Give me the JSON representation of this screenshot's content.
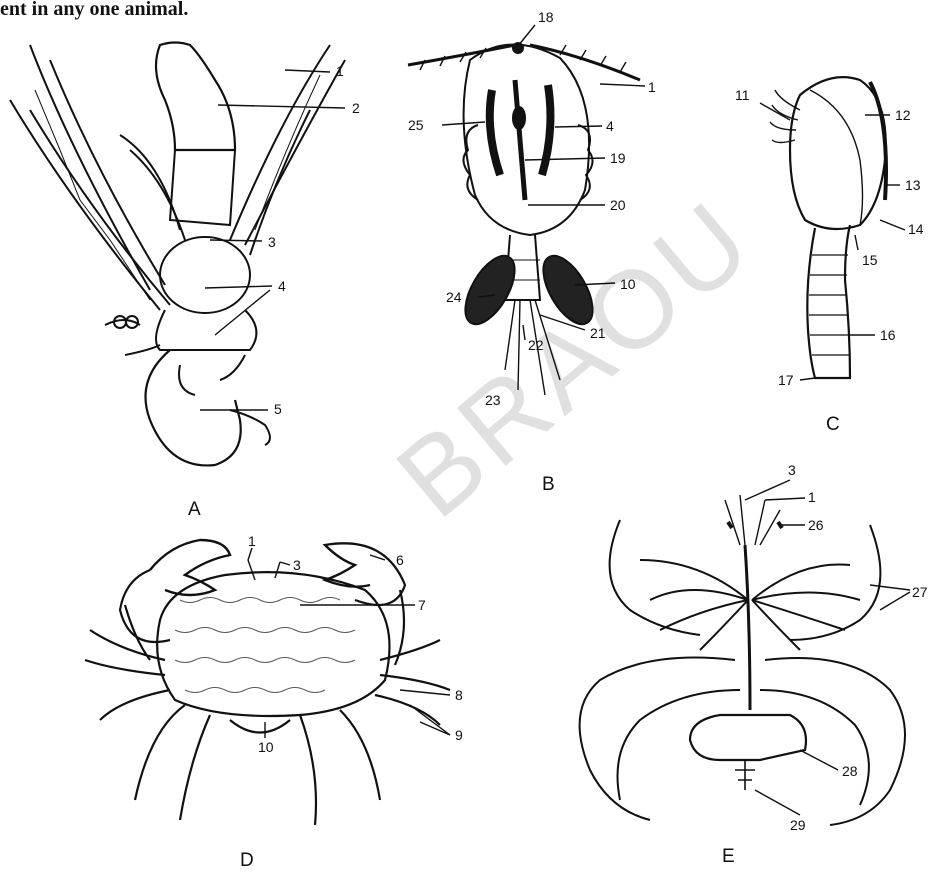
{
  "header_text": "ent in any one animal.",
  "watermark": "BRAOU",
  "figure_captions": {
    "A": "A",
    "B": "B",
    "C": "C",
    "D": "D",
    "E": "E"
  },
  "labels": {
    "A": [
      "1",
      "2",
      "3",
      "4",
      "5"
    ],
    "B": [
      "18",
      "1",
      "25",
      "4",
      "19",
      "20",
      "24",
      "10",
      "21",
      "22",
      "23"
    ],
    "C": [
      "11",
      "12",
      "13",
      "14",
      "15",
      "16",
      "17"
    ],
    "D": [
      "1",
      "3",
      "6",
      "7",
      "8",
      "9",
      "10"
    ],
    "E": [
      "3",
      "1",
      "26",
      "27",
      "28",
      "29"
    ]
  }
}
